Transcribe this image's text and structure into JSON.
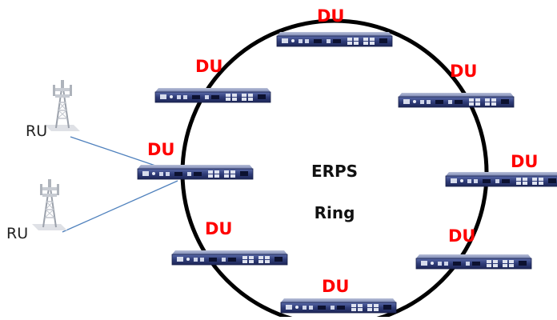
{
  "ring": {
    "title_line1": "ERPS",
    "title_line2": "Ring"
  },
  "du_nodes": [
    {
      "label": "DU"
    },
    {
      "label": "DU"
    },
    {
      "label": "DU"
    },
    {
      "label": "DU"
    },
    {
      "label": "DU"
    },
    {
      "label": "DU"
    },
    {
      "label": "DU"
    },
    {
      "label": "DU"
    }
  ],
  "ru_nodes": [
    {
      "label": "RU"
    },
    {
      "label": "RU"
    }
  ],
  "colors": {
    "du_label": "#ff0000",
    "ring": "#000000",
    "link": "#4f81bd",
    "device_body": "#2e3a6e",
    "tower": "#c9ccd2"
  }
}
